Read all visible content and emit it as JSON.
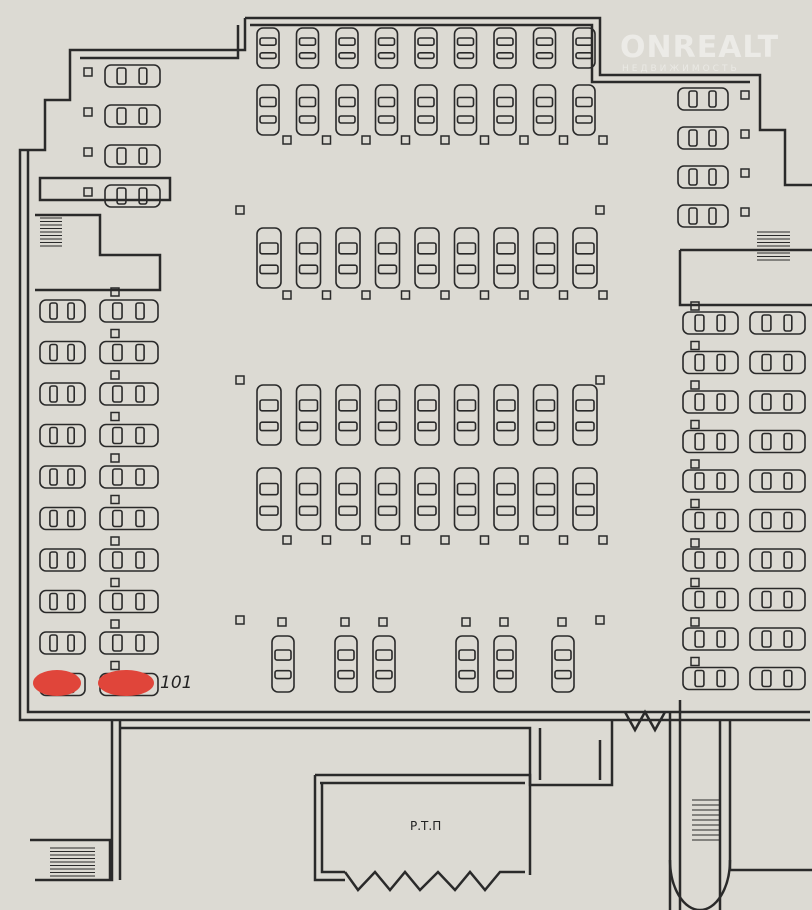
{
  "watermark": {
    "brand": "ONREALT",
    "subtitle": "НЕДВИЖИМОСТЬ"
  },
  "labels": {
    "space_number": "101",
    "room": "Р.Т.П"
  },
  "colors": {
    "paper": "#dcdad3",
    "line": "#2a2a2a",
    "highlight": "#e0453a"
  }
}
